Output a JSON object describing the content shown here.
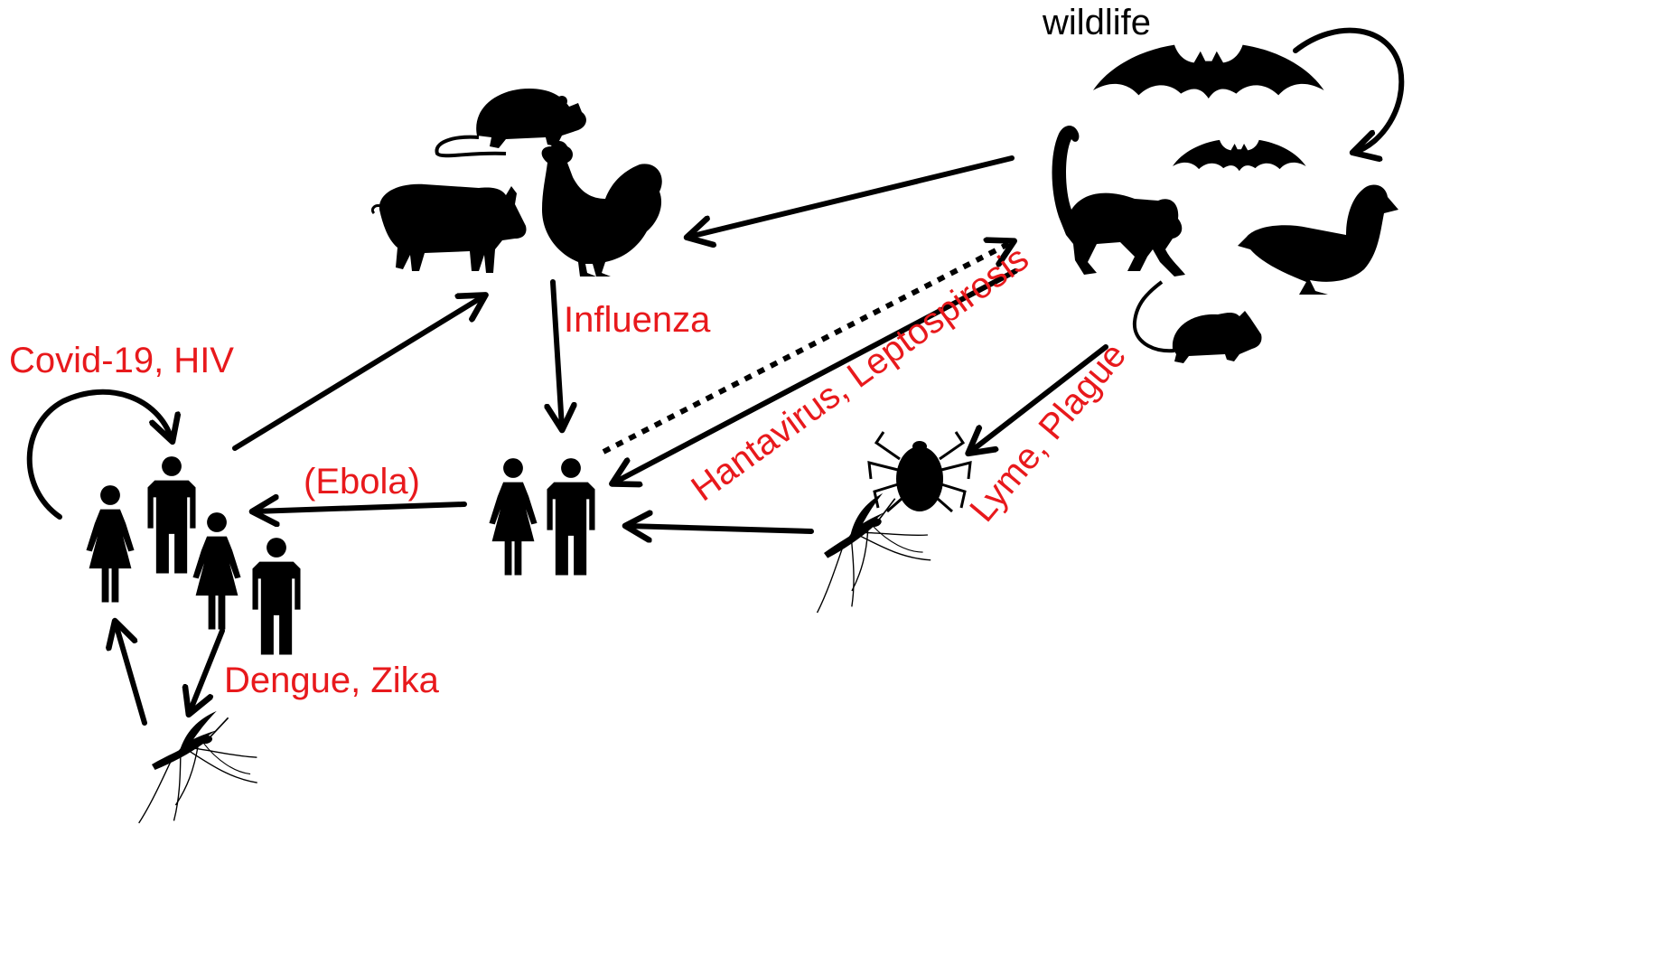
{
  "labels": {
    "wildlife": "wildlife",
    "influenza": "Influenza",
    "covid_hiv": "Covid-19, HIV",
    "ebola": "(Ebola)",
    "dengue_zika": "Dengue, Zika",
    "hanta_lepto": "Hantavirus, Leptospirosis",
    "lyme_plague": "Lyme, Plague"
  },
  "colors": {
    "disease_label": "#e8191c",
    "wildlife_label": "#000000",
    "arrows": "#000000",
    "silhouettes": "#000000"
  },
  "icons": {
    "livestock": [
      "rat-icon",
      "pig-icon",
      "chicken-icon"
    ],
    "wildlife": [
      "bat-icon",
      "monkey-icon",
      "duck-icon",
      "mouse-icon"
    ],
    "vectors": [
      "tick-icon",
      "mosquito-icon"
    ],
    "humans": [
      "woman-icon",
      "man-icon"
    ]
  }
}
